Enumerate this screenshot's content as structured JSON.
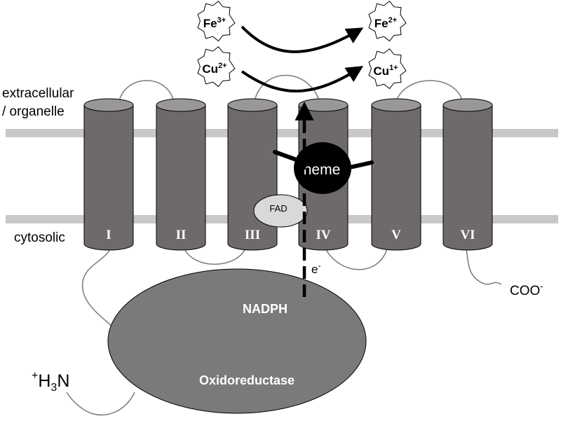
{
  "labels": {
    "extracellular_line1": "extracellular",
    "extracellular_line2": "/ organelle",
    "cytosolic": "cytosolic",
    "heme": "heme",
    "fad": "FAD",
    "electron": "e",
    "electron_sup": "-",
    "nadph": "NADPH",
    "oxidoreductase": "Oxidoreductase",
    "n_term_plus": "+",
    "n_term_h": "H",
    "n_term_sub": "3",
    "n_term_n": "N",
    "c_term": "COO",
    "c_term_sup": "-"
  },
  "ions": {
    "fe3": {
      "base": "Fe",
      "charge": "3+"
    },
    "fe2": {
      "base": "Fe",
      "charge": "2+"
    },
    "cu2": {
      "base": "Cu",
      "charge": "2+"
    },
    "cu1": {
      "base": "Cu",
      "charge": "1+"
    }
  },
  "helices": [
    "I",
    "II",
    "III",
    "IV",
    "V",
    "VI"
  ],
  "colors": {
    "membrane": "#c8c8c8",
    "helix": "#6e6a69",
    "helix_top": "#9a9797",
    "domain": "#7a7a7a",
    "heme": "#000000",
    "fad": "#d9d9d9",
    "loop": "#7a7a7a"
  }
}
